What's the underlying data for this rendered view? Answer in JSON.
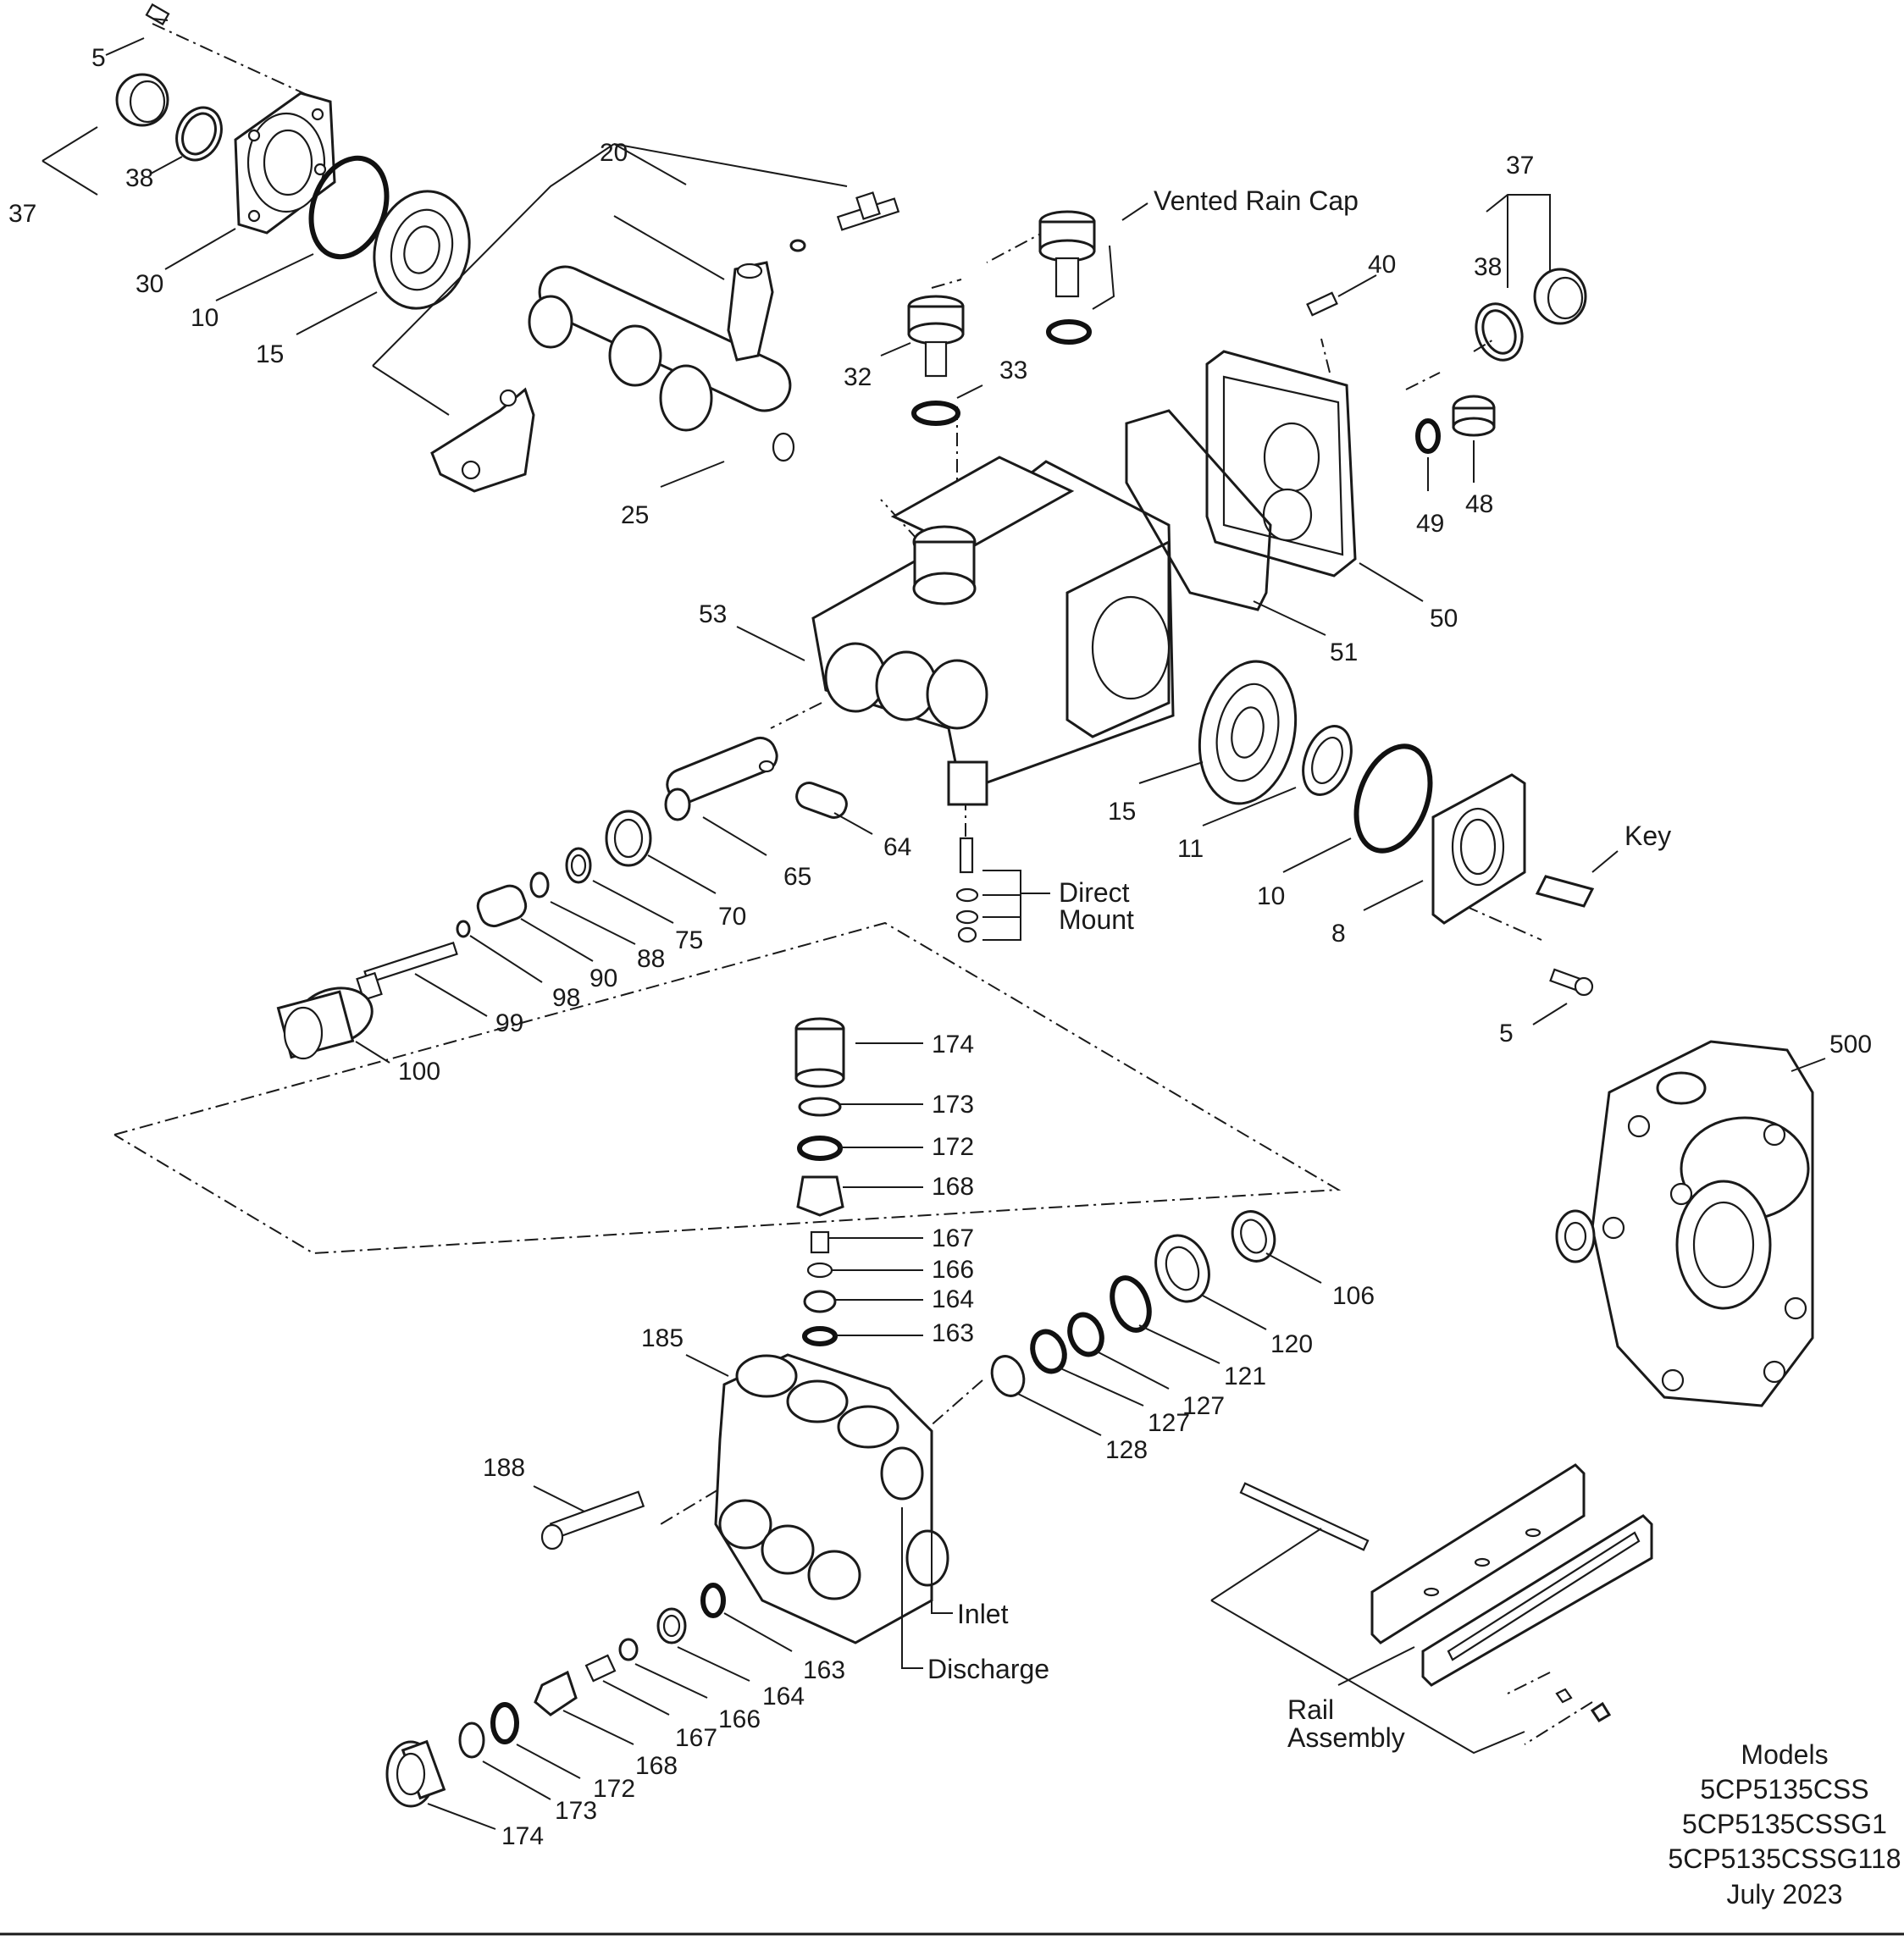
{
  "labels": {
    "p5_top": "5",
    "p37_left": "37",
    "p38_left": "38",
    "p30": "30",
    "p10_top": "10",
    "p15_top": "15",
    "p20": "20",
    "p25": "25",
    "vented_rain_cap": "Vented Rain Cap",
    "p32": "32",
    "p33": "33",
    "p37_right": "37",
    "p38_right": "38",
    "p40": "40",
    "p48": "48",
    "p49": "49",
    "p50": "50",
    "p51": "51",
    "p53": "53",
    "p15_mid": "15",
    "p11": "11",
    "p10_mid": "10",
    "p8": "8",
    "key": "Key",
    "p5_right": "5",
    "p64": "64",
    "p65": "65",
    "p70": "70",
    "p75": "75",
    "p88": "88",
    "p90": "90",
    "p98": "98",
    "p99": "99",
    "p100": "100",
    "direct_mount_1": "Direct",
    "direct_mount_2": "Mount",
    "p500": "500",
    "p174_top": "174",
    "p173_top": "173",
    "p172_top": "172",
    "p168_top": "168",
    "p167_top": "167",
    "p166_top": "166",
    "p164_top": "164",
    "p163_top": "163",
    "p106": "106",
    "p120": "120",
    "p121": "121",
    "p127_a": "127",
    "p127_b": "127",
    "p128": "128",
    "p185": "185",
    "p188": "188",
    "inlet": "Inlet",
    "discharge": "Discharge",
    "p163_bot": "163",
    "p164_bot": "164",
    "p166_bot": "166",
    "p167_bot": "167",
    "p168_bot": "168",
    "p172_bot": "172",
    "p173_bot": "173",
    "p174_bot": "174",
    "rail_1": "Rail",
    "rail_2": "Assembly"
  },
  "models": {
    "heading": "Models",
    "list": [
      "5CP5135CSS",
      "5CP5135CSSG1",
      "5CP5135CSSG118"
    ],
    "date": "July 2023"
  }
}
